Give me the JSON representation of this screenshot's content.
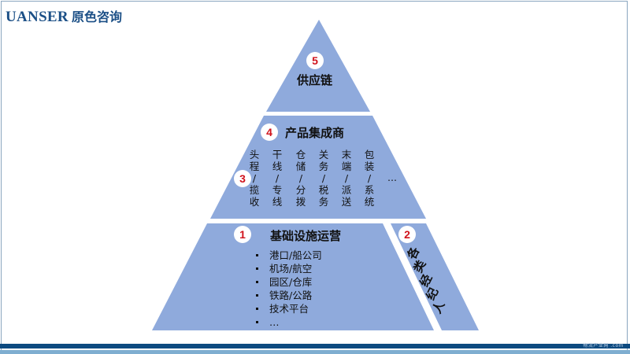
{
  "header": {
    "brand_en": "UANSER",
    "brand_cn": "原色咨询"
  },
  "colors": {
    "pyramid_fill": "#8faadc",
    "brand": "#1b4f86",
    "badge_number": "#d0121b",
    "footer_dark": "#0d4a80",
    "footer_light": "#7faed0"
  },
  "pyramid": {
    "level5": {
      "number": "5",
      "title": "供应链"
    },
    "level4": {
      "number": "4",
      "title": "产品集成商"
    },
    "level3": {
      "number": "3",
      "columns": [
        {
          "top": [
            "头",
            "程"
          ],
          "sep": "/",
          "bottom": [
            "揽",
            "收"
          ]
        },
        {
          "top": [
            "干",
            "线"
          ],
          "sep": "/",
          "bottom": [
            "专",
            "线"
          ]
        },
        {
          "top": [
            "仓",
            "储"
          ],
          "sep": "/",
          "bottom": [
            "分",
            "拨"
          ]
        },
        {
          "top": [
            "关",
            "务"
          ],
          "sep": "/",
          "bottom": [
            "税",
            "务"
          ]
        },
        {
          "top": [
            "末",
            "端"
          ],
          "sep": "/",
          "bottom": [
            "派",
            "送"
          ]
        },
        {
          "top": [
            "包",
            "装"
          ],
          "sep": "/",
          "bottom": [
            "系",
            "统"
          ]
        }
      ],
      "more": "…"
    },
    "level1": {
      "number": "1",
      "title": "基础设施运营",
      "items": [
        "港口/船公司",
        "机场/航空",
        "园区/仓库",
        "铁路/公路",
        "技术平台",
        "…"
      ]
    },
    "level2": {
      "number": "2",
      "title_chars": [
        "各",
        "类",
        "经",
        "纪",
        "人"
      ]
    }
  },
  "footer": {
    "watermark": "物流产业网 .com"
  }
}
